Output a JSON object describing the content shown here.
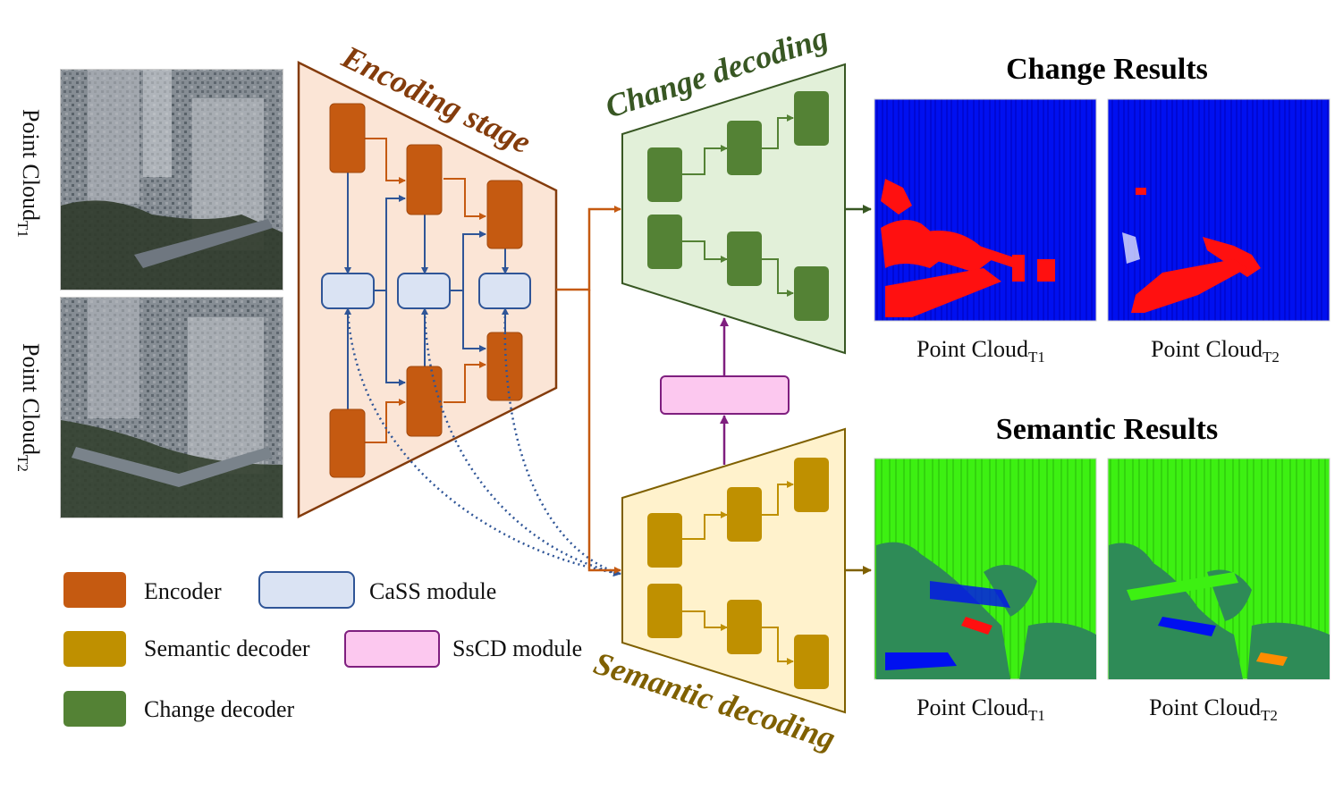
{
  "input_labels": {
    "t1": {
      "base": "Point Cloud",
      "sub": "T1"
    },
    "t2": {
      "base": "Point Cloud",
      "sub": "T2"
    }
  },
  "stages": {
    "encoding": "Encoding stage",
    "change": "Change decoding",
    "semantic": "Semantic decoding"
  },
  "results": {
    "change_title": "Change Results",
    "semantic_title": "Semantic Results",
    "labels": [
      {
        "base": "Point Cloud",
        "sub": "T1"
      },
      {
        "base": "Point Cloud",
        "sub": "T2"
      }
    ]
  },
  "legend": {
    "encoder": "Encoder",
    "cass": "CaSS module",
    "semantic_decoder": "Semantic decoder",
    "sscd": "SsCD module",
    "change_decoder": "Change decoder"
  },
  "colors": {
    "encoder": "#C55A11",
    "encoder_stage_bg": "#FBE5D6",
    "encoder_stage_border": "#843C0C",
    "cass_fill": "#DAE3F3",
    "cass_border": "#2F5597",
    "change_decoder": "#548235",
    "change_stage_bg": "#E2F0D9",
    "change_stage_border": "#385723",
    "semantic_decoder": "#BF9000",
    "semantic_stage_bg": "#FFF2CC",
    "semantic_stage_border": "#7F6000",
    "sscd_fill": "#FCC8EF",
    "sscd_border": "#7030A0",
    "change_arrow": "#C55A11",
    "sscd_arrow": "#7F1F7F",
    "cass_arrow": "#2F5597",
    "change_blue": "#0000FF",
    "change_red": "#FF0000",
    "sem_green": "#33FF00",
    "sem_tree": "#2E8B57"
  }
}
